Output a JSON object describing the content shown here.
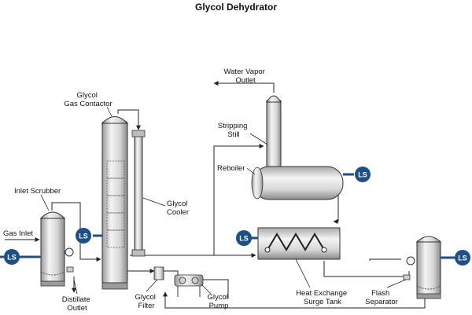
{
  "title": "Glycol Dehydrator",
  "labels": {
    "water_vapor_outlet": [
      "Water Vapor",
      "Outlet"
    ],
    "glycol_gas_contactor": [
      "Glycol",
      "Gas Contactor"
    ],
    "stripping_still": [
      "Stripping",
      "Still"
    ],
    "reboiler": "Reboiler",
    "inlet_scrubber": "Inlet Scrubber",
    "glycol_cooler": [
      "Glycol",
      "Cooler"
    ],
    "gas_inlet": "Gas Inlet",
    "distillate_outlet": [
      "Distillate",
      "Outlet"
    ],
    "glycol_filter": [
      "Glycol",
      "Filter"
    ],
    "glycol_pump": [
      "Glycol",
      "Pump"
    ],
    "heat_exchange_surge_tank": [
      "Heat Exchange",
      "Surge Tank"
    ],
    "flash_separator": [
      "Flash",
      "Separator"
    ]
  },
  "level_switch_label": "LS",
  "colors": {
    "ls_badge": "#1e4f87",
    "vessel_light": "#f2f2f2",
    "vessel_mid": "#d0d0d0",
    "vessel_dark": "#8f8f8f",
    "pipe": "#222222",
    "level_line": "#1e4f87"
  }
}
